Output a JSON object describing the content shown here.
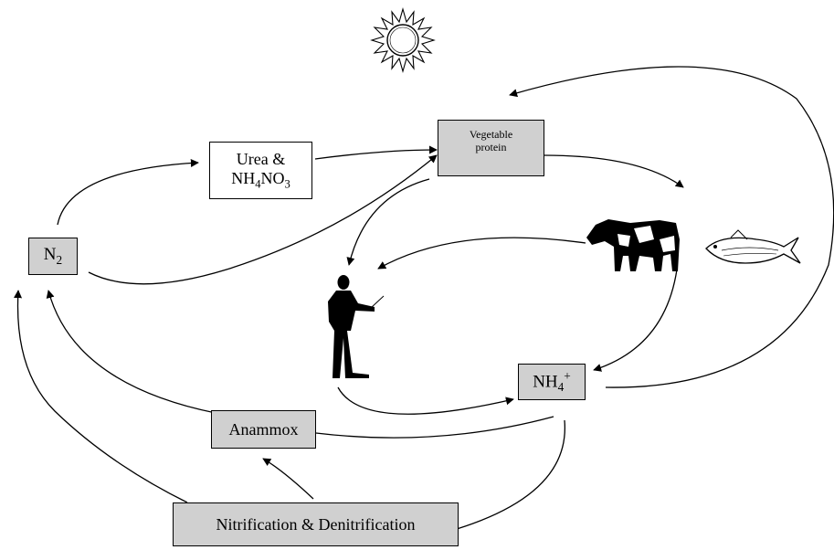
{
  "nodes": {
    "vegetable_protein": {
      "line1": "Vegetable",
      "line2": "protein"
    },
    "urea": {
      "line1": "Urea &",
      "nh": "NH",
      "sub1": "4",
      "no": "NO",
      "sub2": "3"
    },
    "n2": {
      "n": "N",
      "sub": "2"
    },
    "nh4": {
      "nh": "NH",
      "sub": "4",
      "sup": "+"
    },
    "anammox": {
      "label": "Anammox"
    },
    "nitrification": {
      "label": "Nitrification & Denitrification"
    }
  },
  "icons": [
    "sun-icon",
    "cow-icon",
    "fish-icon",
    "person-icon"
  ],
  "colors": {
    "box_fill": "#d0d0d0",
    "stroke": "#000000"
  }
}
